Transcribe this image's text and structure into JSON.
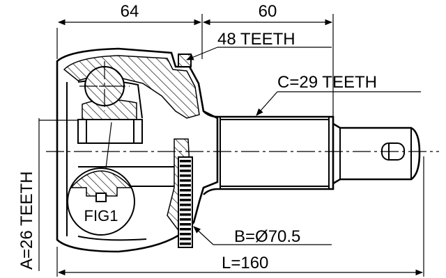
{
  "dimensions": {
    "top_left": "64",
    "top_right": "60",
    "outer_teeth": "48 TEETH",
    "shaft_teeth": "C=29 TEETH",
    "inner_teeth": "A=26 TEETH",
    "abs_ring": "B=Ø70.5",
    "overall_length": "L=160"
  },
  "figure_label": "FIG1"
}
